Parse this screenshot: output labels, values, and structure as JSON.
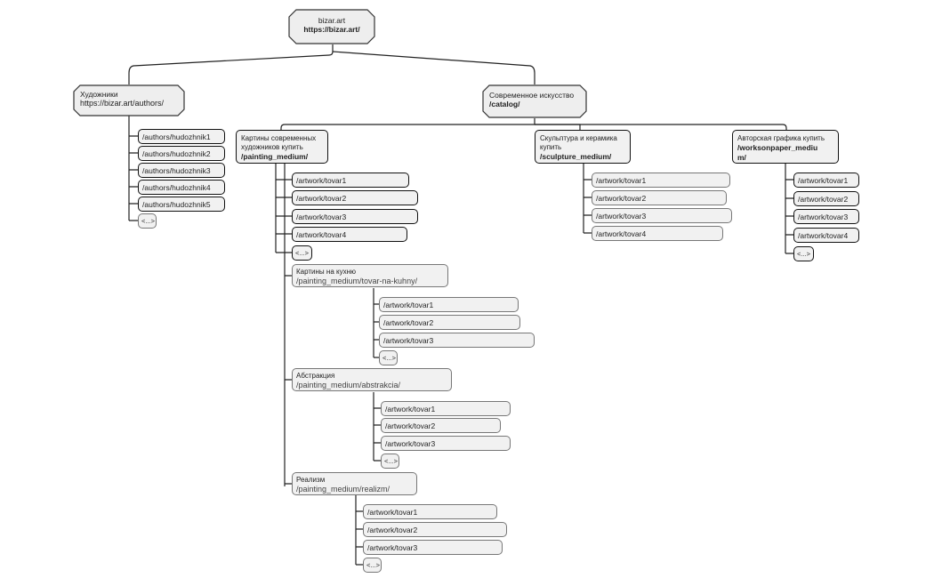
{
  "root": {
    "name": "bizar.art",
    "url": "https://bizar.art/"
  },
  "authors": {
    "title": "Художники",
    "url": "https://bizar.art/authors/",
    "items": [
      "/authors/hudozhnik1",
      "/authors/hudozhnik2",
      "/authors/hudozhnik3",
      "/authors/hudozhnik4",
      "/authors/hudozhnik5"
    ],
    "more": "<...>"
  },
  "catalog": {
    "title": "Современное искусство",
    "url": "/catalog/"
  },
  "painting": {
    "title": "Картины современных художников купить",
    "url": "/painting_medium/",
    "items": [
      "/artwork/tovar1",
      "/artwork/tovar2",
      "/artwork/tovar3",
      "/artwork/tovar4"
    ],
    "more": "<...>",
    "subs": [
      {
        "title": "Картины на кухню",
        "url": "/painting_medium/tovar-na-kuhny/",
        "items": [
          "/artwork/tovar1",
          "/artwork/tovar2",
          "/artwork/tovar3"
        ],
        "more": "<...>"
      },
      {
        "title": "Абстракция",
        "url": "/painting_medium/abstrakcia/",
        "items": [
          "/artwork/tovar1",
          "/artwork/tovar2",
          "/artwork/tovar3"
        ],
        "more": "<...>"
      },
      {
        "title": "Реализм",
        "url": "/painting_medium/realizm/",
        "items": [
          "/artwork/tovar1",
          "/artwork/tovar2",
          "/artwork/tovar3"
        ],
        "more": "<...>"
      }
    ]
  },
  "sculpture": {
    "title": "Скульптура и керамика купить",
    "url": "/sculpture_medium/",
    "items": [
      "/artwork/tovar1",
      "/artwork/tovar2",
      "/artwork/tovar3",
      "/artwork/tovar4"
    ]
  },
  "graphics": {
    "title": "Авторская графика купить",
    "url_line1": "/worksonpaper_mediu",
    "url_line2": "m/",
    "items": [
      "/artwork/tovar1",
      "/artwork/tovar2",
      "/artwork/tovar3",
      "/artwork/tovar4"
    ],
    "more": "<...>"
  }
}
